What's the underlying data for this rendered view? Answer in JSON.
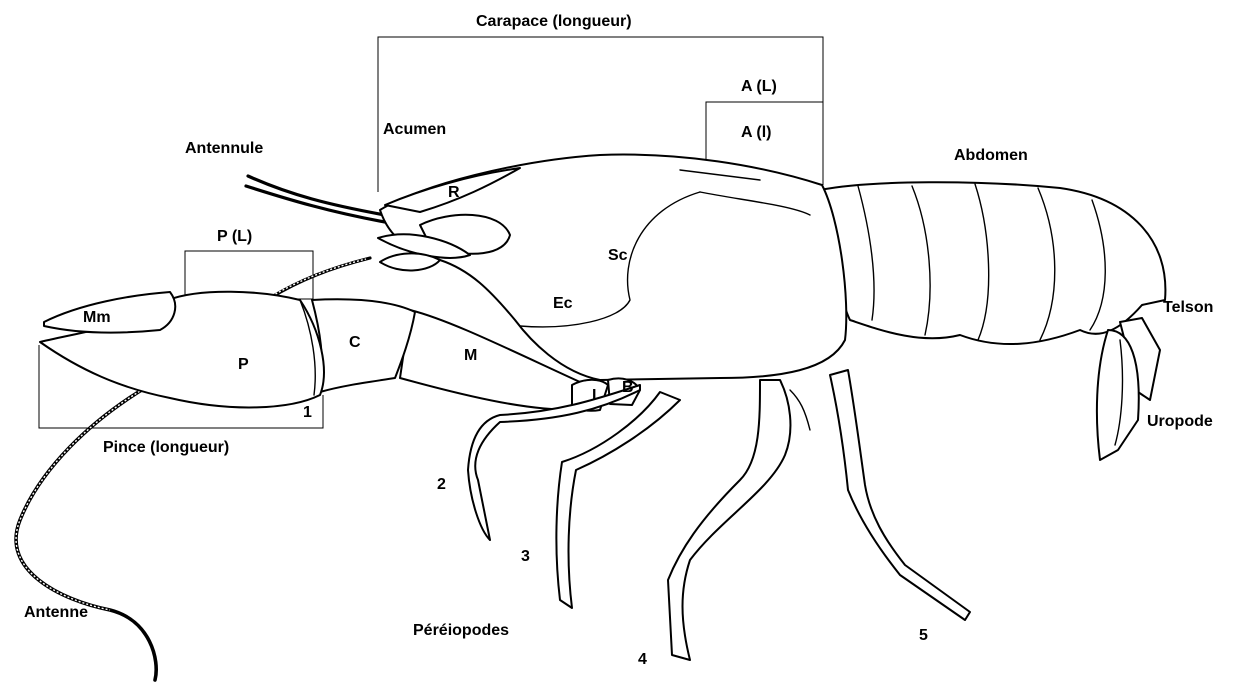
{
  "labels": {
    "carapace_length": "Carapace (longueur)",
    "areola_length": "A (L)",
    "areola_width": "A (l)",
    "acumen": "Acumen",
    "antennule": "Antennule",
    "rostrum": "R",
    "abdomen": "Abdomen",
    "palm_length": "P (L)",
    "merus_movable": "Mm",
    "propodus": "P",
    "carpus": "C",
    "merus": "M",
    "suborbital": "Sc",
    "cervical_spine": "Ec",
    "ischium": "I",
    "basis": "B",
    "telson": "Telson",
    "uropod": "Uropode",
    "dactyl_number": "1",
    "chela_length": "Pince (longueur)",
    "leg_2": "2",
    "leg_3": "3",
    "leg_4": "4",
    "leg_5": "5",
    "pereiopods": "Péréiopodes",
    "antenna": "Antenne"
  }
}
